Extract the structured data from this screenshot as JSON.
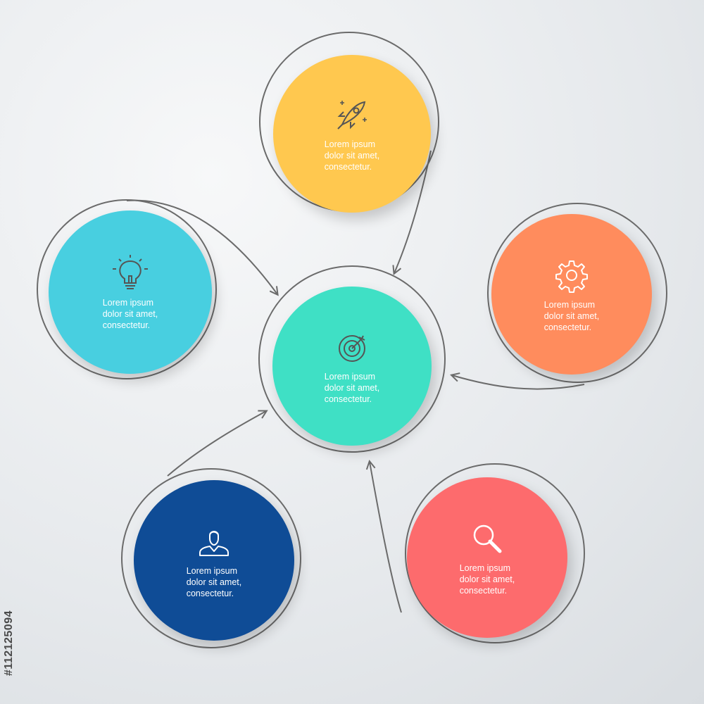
{
  "nodes": [
    {
      "id": "center",
      "label": "Lorem ipsum\ndolor sit amet,\nconsectetur.",
      "icon": "target-icon",
      "color": "#3fe0c5",
      "text_color": "#ffffff",
      "icon_color": "#555555"
    },
    {
      "id": "top",
      "label": "Lorem ipsum\ndolor sit amet,\nconsectetur.",
      "icon": "rocket-icon",
      "color": "#ffc84f",
      "text_color": "#ffffff",
      "icon_color": "#555555"
    },
    {
      "id": "left",
      "label": "Lorem ipsum\ndolor sit amet,\nconsectetur.",
      "icon": "lightbulb-icon",
      "color": "#48cfe0",
      "text_color": "#ffffff",
      "icon_color": "#555555"
    },
    {
      "id": "right",
      "label": "Lorem ipsum\ndolor sit amet,\nconsectetur.",
      "icon": "gear-icon",
      "color": "#ff8c5d",
      "text_color": "#ffffff",
      "icon_color": "#ffffff"
    },
    {
      "id": "bottom-left",
      "label": "Lorem ipsum\ndolor sit amet,\nconsectetur.",
      "icon": "user-icon",
      "color": "#0f4c96",
      "text_color": "#ffffff",
      "icon_color": "#ffffff"
    },
    {
      "id": "bottom-right",
      "label": "Lorem ipsum\ndolor sit amet,\nconsectetur.",
      "icon": "search-icon",
      "color": "#fd6b6d",
      "text_color": "#ffffff",
      "icon_color": "#ffffff"
    }
  ],
  "connector_color": "#6b6b6b",
  "watermark": "#112125094"
}
